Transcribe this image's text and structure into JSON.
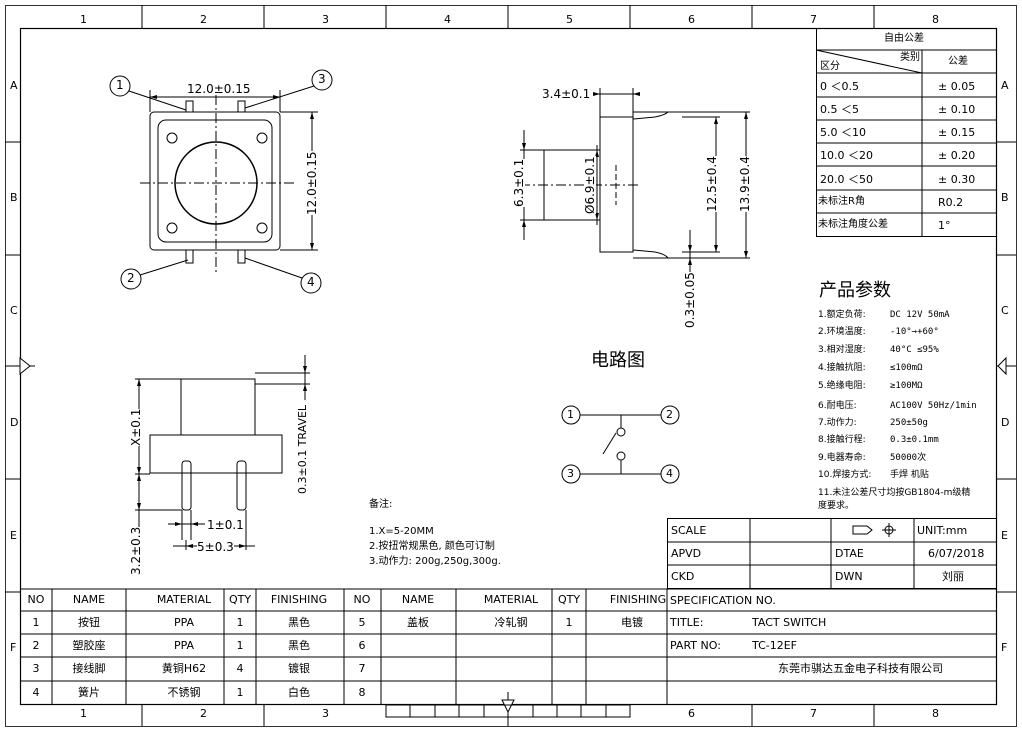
{
  "grid": {
    "columns": [
      "1",
      "2",
      "3",
      "4",
      "5",
      "6",
      "7",
      "8"
    ],
    "rows": [
      "A",
      "B",
      "C",
      "D",
      "E",
      "F"
    ]
  },
  "tolerance_table": {
    "title": "自由公差",
    "header_category": "类别",
    "header_zone": "区分",
    "header_tolerance": "公差",
    "rows": [
      {
        "range": "0    ＜0.5",
        "tol": "± 0.05"
      },
      {
        "range": "0.5    ＜5",
        "tol": "± 0.10"
      },
      {
        "range": "5.0    ＜10",
        "tol": "± 0.15"
      },
      {
        "range": "10.0   ＜20",
        "tol": "± 0.20"
      },
      {
        "range": "20.0   ＜50",
        "tol": "± 0.30"
      },
      {
        "range": "未标注R角",
        "tol": "R0.2"
      },
      {
        "range": "未标注角度公差",
        "tol": "1°"
      }
    ]
  },
  "params": {
    "title": "产品参数",
    "items": [
      {
        "label": "1.额定负荷:",
        "value": "DC 12V 50mA"
      },
      {
        "label": "2.环境温度:",
        "value": "-10°→+60°"
      },
      {
        "label": "3.相对湿度:",
        "value": "40°C ≤95%"
      },
      {
        "label": "4.接触抗阻:",
        "value": "≤100mΩ"
      },
      {
        "label": "5.绝缘电阻:",
        "value": "≥100MΩ"
      },
      {
        "label": "6.耐电压:",
        "value": "AC100V 50Hz/1min"
      },
      {
        "label": "7.动作力:",
        "value": "250±50g"
      },
      {
        "label": "8.接触行程:",
        "value": "0.3±0.1mm"
      },
      {
        "label": "9.电器寿命:",
        "value": "50000次"
      },
      {
        "label": "10.焊接方式:",
        "value": "手焊 机贴"
      }
    ],
    "note_line1": "11.未注公差尺寸均按GB1804-m级精",
    "note_line2": "度要求。"
  },
  "circuit": {
    "title": "电路图",
    "pins": [
      "1",
      "2",
      "3",
      "4"
    ]
  },
  "top_view": {
    "dim_width": "12.0±0.15",
    "dim_height": "12.0±0.15",
    "labels": [
      "1",
      "2",
      "3",
      "4"
    ]
  },
  "side_view": {
    "dim_top": "3.4±0.1",
    "dim_a": "6.3±0.1",
    "dim_b": "Ø6.9±0.1",
    "dim_c": "12.5±0.4",
    "dim_d": "13.9±0.4",
    "dim_e": "0.3±0.05"
  },
  "front_view": {
    "dim_x": "X±0.1",
    "dim_travel": "0.3±0.1 TRAVEL",
    "dim_pin_h": "3.2±0.3",
    "dim_pin_w": "1±0.1",
    "dim_pitch": "5±0.3"
  },
  "notes": {
    "title": "备注:",
    "lines": [
      "1.X=5-20MM",
      "2.按扭常规黑色, 颜色可订制",
      "3.动作力: 200g,250g,300g."
    ]
  },
  "title_block": {
    "scale_label": "SCALE",
    "unit": "UNIT:mm",
    "apvd_label": "APVD",
    "date_label": "DTAE",
    "date_value": "6/07/2018",
    "ckd_label": "CKD",
    "dwn_label": "DWN",
    "dwn_value": "刘丽",
    "spec_label": "SPECIFICATION NO.",
    "title_label": "TITLE:",
    "title_value": "TACT SWITCH",
    "part_label": "PART NO:",
    "part_value": "TC-12EF",
    "company": "东莞市骐达五金电子科技有限公司"
  },
  "bom": {
    "headers": [
      "NO",
      "NAME",
      "MATERIAL",
      "QTY",
      "FINISHING"
    ],
    "left": [
      {
        "no": "1",
        "name": "按钮",
        "material": "PPA",
        "qty": "1",
        "finish": "黑色"
      },
      {
        "no": "2",
        "name": "塑胶座",
        "material": "PPA",
        "qty": "1",
        "finish": "黑色"
      },
      {
        "no": "3",
        "name": "接线脚",
        "material": "黄铜H62",
        "qty": "4",
        "finish": "镀银"
      },
      {
        "no": "4",
        "name": "簧片",
        "material": "不锈钢",
        "qty": "1",
        "finish": "白色"
      }
    ],
    "right": [
      {
        "no": "5",
        "name": "盖板",
        "material": "冷轧钢",
        "qty": "1",
        "finish": "电镀"
      },
      {
        "no": "6",
        "name": "",
        "material": "",
        "qty": "",
        "finish": ""
      },
      {
        "no": "7",
        "name": "",
        "material": "",
        "qty": "",
        "finish": ""
      },
      {
        "no": "8",
        "name": "",
        "material": "",
        "qty": "",
        "finish": ""
      }
    ]
  }
}
